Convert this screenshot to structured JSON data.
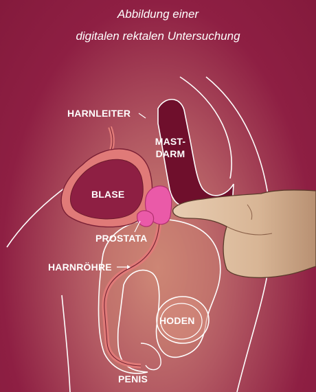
{
  "caption": {
    "line1": "Abbildung einer",
    "line2": "digitalen rektalen Untersuchung"
  },
  "labels": {
    "harnleiter": "HARNLEITER",
    "mastdarm_1": "MAST-",
    "mastdarm_2": "DARM",
    "blase": "BLASE",
    "prostata": "PROSTATA",
    "harnroehre": "HARNRÖHRE",
    "hoden": "HODEN",
    "penis": "PENIS"
  },
  "colors": {
    "background": "#8a1a3c",
    "body_light": "#d08a78",
    "organ_wall": "#e07a78",
    "prostata": "#ea5aa8",
    "outline": "#ffffff",
    "hand": "#d9b89a"
  }
}
